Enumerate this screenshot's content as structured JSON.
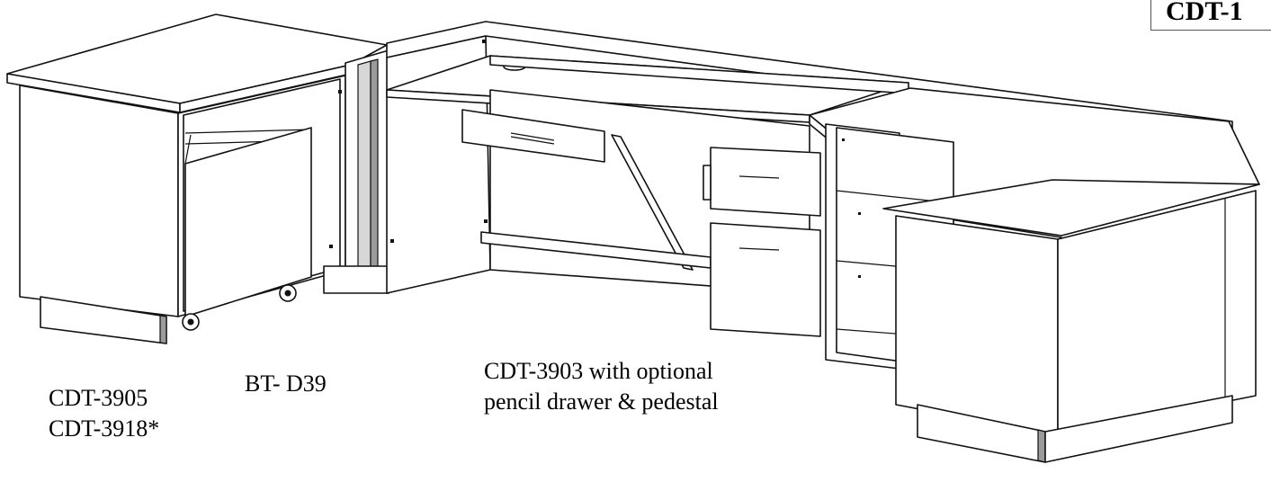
{
  "badge": {
    "text": "CDT-1"
  },
  "labels": {
    "left_line1": "CDT-3905",
    "left_line2": "CDT-3918*",
    "bridge": "BT- D39",
    "center_line1": "CDT-3903 with optional",
    "center_line2": "pencil drawer & pedestal"
  },
  "colors": {
    "line": "#111111",
    "shade": "#9b9b9b",
    "background": "#ffffff"
  }
}
